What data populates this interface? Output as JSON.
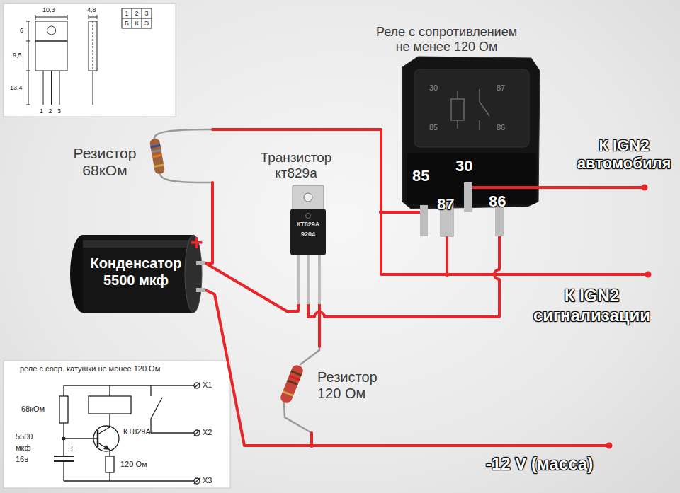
{
  "diagram": {
    "nodes": [
      {
        "text": [
          "30",
          "87",
          "85",
          "86"
        ]
      },
      {
        "text": [
          "КТ829А",
          "9204"
        ]
      },
      {
        "text": [
          "Конденсатор 5500 мкф"
        ]
      }
    ],
    "edges": [
      {
        "from": 2,
        "to": 1,
        "arrow": "none"
      },
      {
        "from": 1,
        "to": 0,
        "arrow": "none"
      }
    ],
    "labels": [
      "10,3",
      "4,8",
      "1",
      "2",
      "3",
      "Б",
      "К",
      "Э",
      "6",
      "9,5",
      "13,4",
      "1 2 3",
      "Реле с сопротивлением не менее 120 Ом",
      "Резистор 68кОм",
      "Транзистор кт829а",
      "85",
      "30",
      "87",
      "86",
      "К IGN2 автомобиля",
      "+",
      "К IGN2 сигнализации",
      "Резистор 120 Ом",
      "-12 V (масса)",
      "реле с сопр. катушки не менее 120 Ом",
      "X1",
      "68кОм",
      "X2",
      "5500 мкф 16в",
      "+",
      "КТ829А",
      "120 Ом",
      "X3"
    ]
  }
}
